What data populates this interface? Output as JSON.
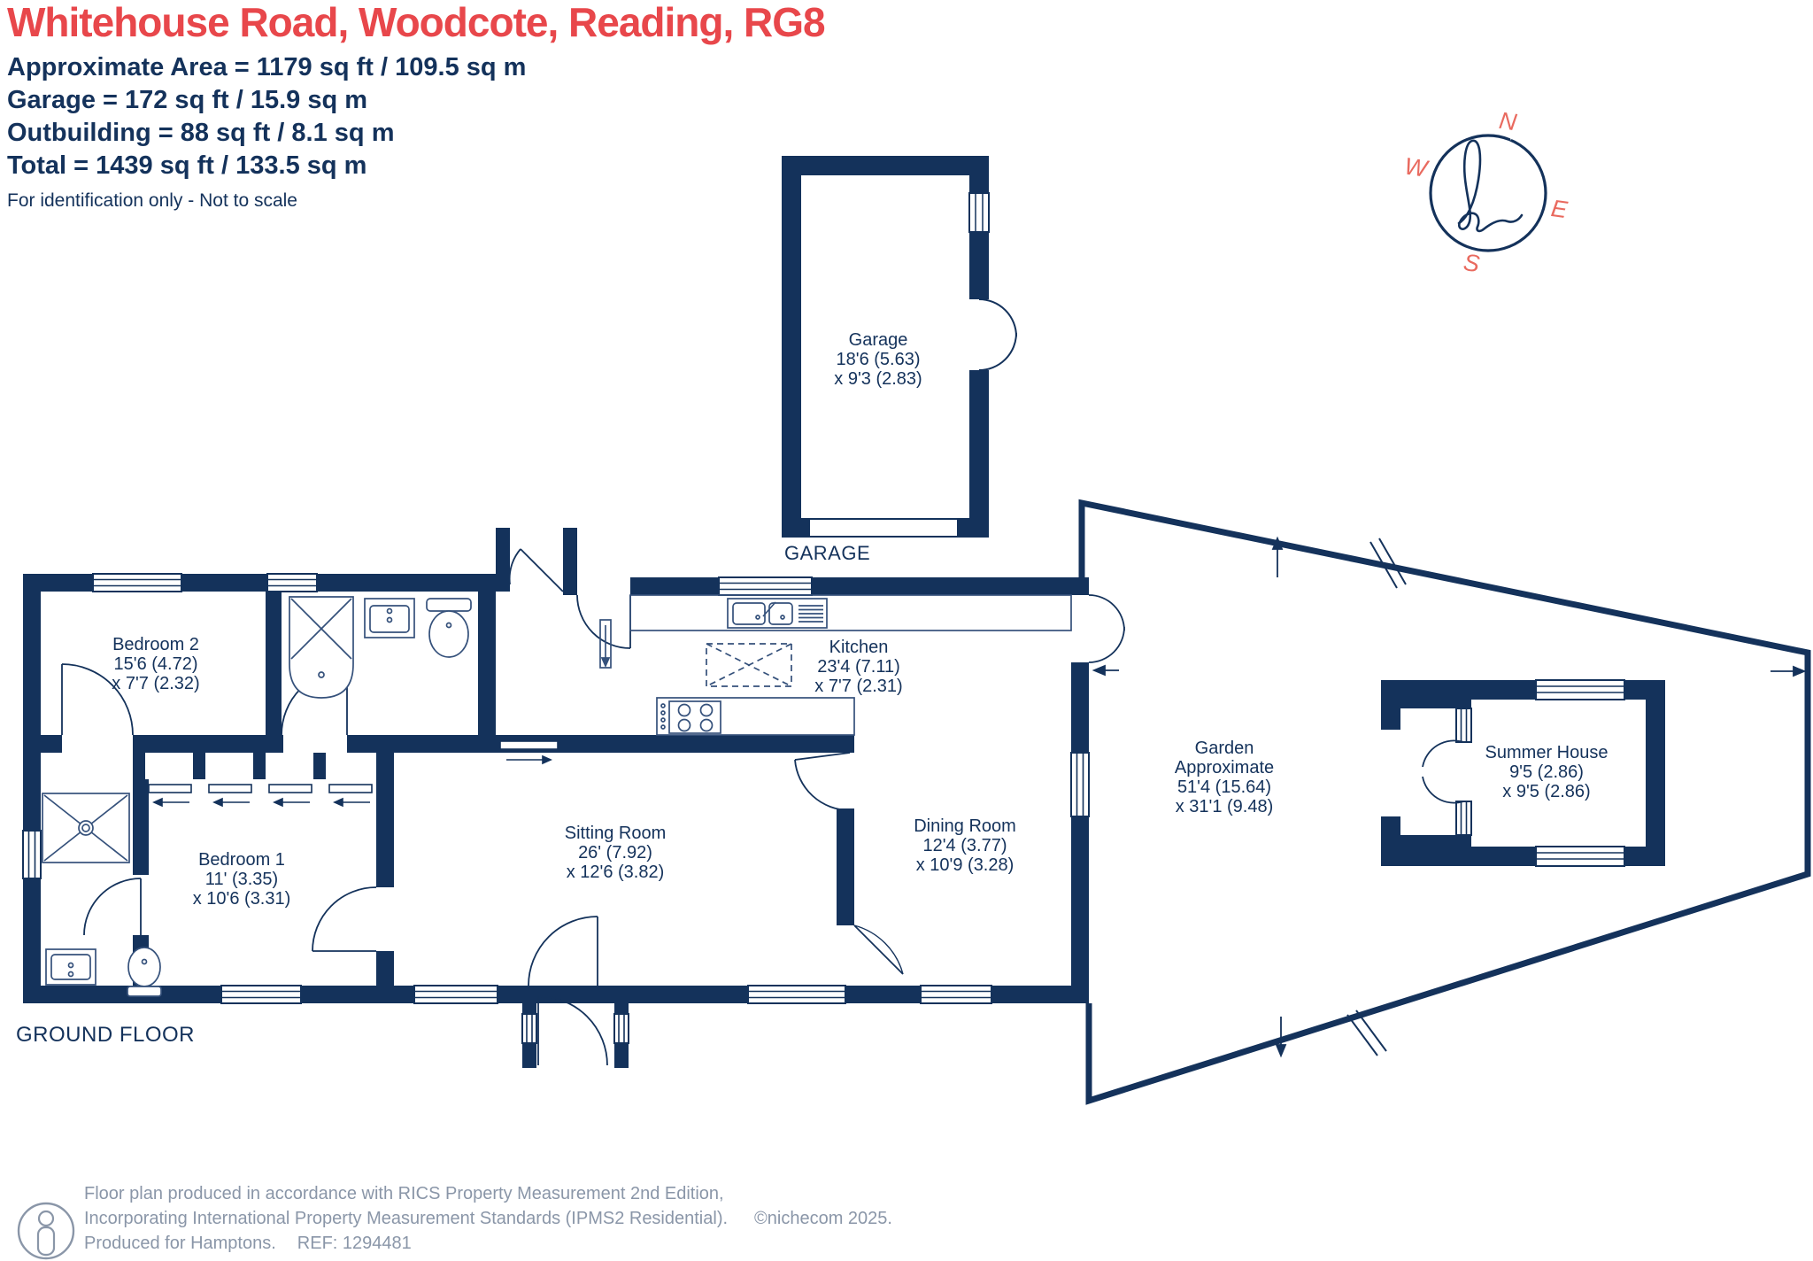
{
  "header": {
    "title": "Whitehouse Road, Woodcote, Reading, RG8",
    "area_lines": [
      "Approximate Area = 1179 sq ft / 109.5 sq m",
      "Garage = 172 sq ft / 15.9 sq m",
      "Outbuilding = 88 sq ft / 8.1 sq m",
      "Total = 1439 sq ft / 133.5 sq m"
    ],
    "disclaimer": "For identification only - Not to scale"
  },
  "compass": {
    "north": "N",
    "east": "E",
    "south": "S",
    "west": "W"
  },
  "labels": {
    "garage_floor": "GARAGE",
    "ground_floor": "GROUND FLOOR"
  },
  "rooms": {
    "garage": {
      "name": "Garage",
      "dim1": "18'6 (5.63)",
      "dim2": "x 9'3 (2.83)"
    },
    "bedroom2": {
      "name": "Bedroom 2",
      "dim1": "15'6 (4.72)",
      "dim2": "x 7'7 (2.32)"
    },
    "kitchen": {
      "name": "Kitchen",
      "dim1": "23'4 (7.11)",
      "dim2": "x 7'7 (2.31)"
    },
    "bedroom1": {
      "name": "Bedroom 1",
      "dim1": "11' (3.35)",
      "dim2": "x 10'6 (3.31)"
    },
    "sitting_room": {
      "name": "Sitting Room",
      "dim1": "26' (7.92)",
      "dim2": "x 12'6 (3.82)"
    },
    "dining_room": {
      "name": "Dining Room",
      "dim1": "12'4 (3.77)",
      "dim2": "x 10'9 (3.28)"
    },
    "garden": {
      "name": "Garden",
      "name2": "Approximate",
      "dim1": "51'4 (15.64)",
      "dim2": "x 31'1 (9.48)"
    },
    "summer_house": {
      "name": "Summer House",
      "dim1": "9'5 (2.86)",
      "dim2": "x 9'5 (2.86)"
    }
  },
  "footer": {
    "line1": "Floor plan produced in accordance with RICS Property Measurement 2nd Edition,",
    "line2": "Incorporating International Property Measurement Standards (IPMS2 Residential).",
    "copyright": "©nichecom 2025.",
    "line3": "Produced for Hamptons.",
    "ref": "REF:  1294481"
  },
  "colors": {
    "wall_navy": "#14325b",
    "title_red": "#e8474b",
    "compass_coral": "#e96a5f",
    "footer_gray": "#8a96a8"
  }
}
